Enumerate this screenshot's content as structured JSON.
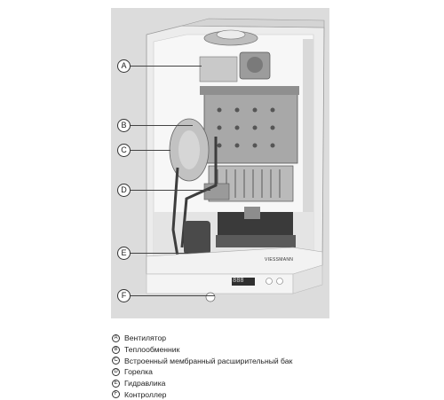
{
  "callouts": {
    "a": "A",
    "b": "B",
    "c": "C",
    "d": "D",
    "e": "E",
    "f": "F"
  },
  "device": {
    "brand_label": "VIESSMANN",
    "display_digits": "888"
  },
  "legend": [
    {
      "mark": "A",
      "text": "Вентилятор"
    },
    {
      "mark": "B",
      "text": "Теплообменник"
    },
    {
      "mark": "C",
      "text": "Встроенный мембранный расширительный бак"
    },
    {
      "mark": "D",
      "text": "Горелка"
    },
    {
      "mark": "E",
      "text": "Гидравлика"
    },
    {
      "mark": "F",
      "text": "Контроллер"
    }
  ],
  "colors": {
    "panel_bg": "#dcdcdc",
    "casing": "#e9e9e9",
    "metal": "#b0b0b0",
    "dark": "#3a3a3a",
    "controller_panel": "#f2f2f2"
  }
}
